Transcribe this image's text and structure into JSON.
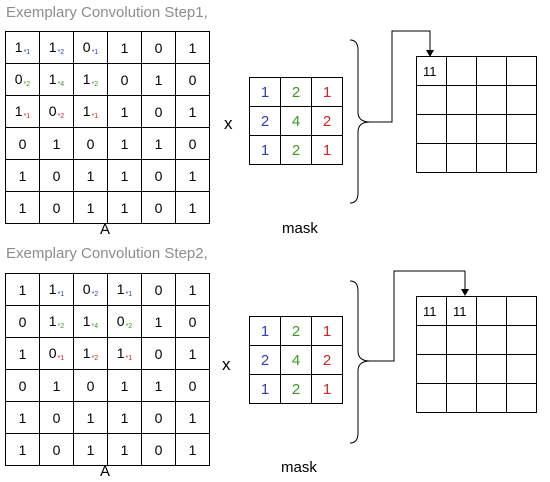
{
  "steps": [
    {
      "title": "Exemplary Convolution Step1,",
      "matrix_label": "A",
      "multiply_symbol": "x",
      "mask_label": "mask",
      "matrix_a": [
        [
          {
            "v": "1",
            "s": "*1",
            "c": "blue"
          },
          {
            "v": "1",
            "s": "*2",
            "c": "blue"
          },
          {
            "v": "0",
            "s": "*1",
            "c": "blue"
          },
          {
            "v": "1"
          },
          {
            "v": "0"
          },
          {
            "v": "1"
          }
        ],
        [
          {
            "v": "0",
            "s": "*2",
            "c": "green"
          },
          {
            "v": "1",
            "s": "*4",
            "c": "green"
          },
          {
            "v": "1",
            "s": "*2",
            "c": "green"
          },
          {
            "v": "0"
          },
          {
            "v": "1"
          },
          {
            "v": "0"
          }
        ],
        [
          {
            "v": "1",
            "s": "*1",
            "c": "red"
          },
          {
            "v": "0",
            "s": "*2",
            "c": "red"
          },
          {
            "v": "1",
            "s": "*1",
            "c": "red"
          },
          {
            "v": "1"
          },
          {
            "v": "0"
          },
          {
            "v": "1"
          }
        ],
        [
          {
            "v": "0"
          },
          {
            "v": "1"
          },
          {
            "v": "0"
          },
          {
            "v": "1"
          },
          {
            "v": "1"
          },
          {
            "v": "0"
          }
        ],
        [
          {
            "v": "1"
          },
          {
            "v": "0"
          },
          {
            "v": "1"
          },
          {
            "v": "1"
          },
          {
            "v": "0"
          },
          {
            "v": "1"
          }
        ],
        [
          {
            "v": "1"
          },
          {
            "v": "0"
          },
          {
            "v": "1"
          },
          {
            "v": "1"
          },
          {
            "v": "0"
          },
          {
            "v": "1"
          }
        ]
      ],
      "mask": [
        [
          {
            "v": "1",
            "c": "blue"
          },
          {
            "v": "2",
            "c": "green"
          },
          {
            "v": "1",
            "c": "red"
          }
        ],
        [
          {
            "v": "2",
            "c": "blue"
          },
          {
            "v": "4",
            "c": "green"
          },
          {
            "v": "2",
            "c": "red"
          }
        ],
        [
          {
            "v": "1",
            "c": "blue"
          },
          {
            "v": "2",
            "c": "green"
          },
          {
            "v": "1",
            "c": "red"
          }
        ]
      ],
      "result": [
        [
          "11",
          "",
          "",
          ""
        ],
        [
          "",
          "",
          "",
          ""
        ],
        [
          "",
          "",
          "",
          ""
        ],
        [
          "",
          "",
          "",
          ""
        ]
      ]
    },
    {
      "title": "Exemplary Convolution Step2,",
      "matrix_label": "A",
      "multiply_symbol": "x",
      "mask_label": "mask",
      "matrix_a": [
        [
          {
            "v": "1"
          },
          {
            "v": "1",
            "s": "*1",
            "c": "blue"
          },
          {
            "v": "0",
            "s": "*2",
            "c": "blue"
          },
          {
            "v": "1",
            "s": "*1",
            "c": "blue"
          },
          {
            "v": "0"
          },
          {
            "v": "1"
          }
        ],
        [
          {
            "v": "0"
          },
          {
            "v": "1",
            "s": "*2",
            "c": "green"
          },
          {
            "v": "1",
            "s": "*4",
            "c": "green"
          },
          {
            "v": "0",
            "s": "*2",
            "c": "green"
          },
          {
            "v": "1"
          },
          {
            "v": "0"
          }
        ],
        [
          {
            "v": "1"
          },
          {
            "v": "0",
            "s": "*1",
            "c": "red"
          },
          {
            "v": "1",
            "s": "*2",
            "c": "red"
          },
          {
            "v": "1",
            "s": "*1",
            "c": "red"
          },
          {
            "v": "0"
          },
          {
            "v": "1"
          }
        ],
        [
          {
            "v": "0"
          },
          {
            "v": "1"
          },
          {
            "v": "0"
          },
          {
            "v": "1"
          },
          {
            "v": "1"
          },
          {
            "v": "0"
          }
        ],
        [
          {
            "v": "1"
          },
          {
            "v": "0"
          },
          {
            "v": "1"
          },
          {
            "v": "1"
          },
          {
            "v": "0"
          },
          {
            "v": "1"
          }
        ],
        [
          {
            "v": "1"
          },
          {
            "v": "0"
          },
          {
            "v": "1"
          },
          {
            "v": "1"
          },
          {
            "v": "0"
          },
          {
            "v": "1"
          }
        ]
      ],
      "mask": [
        [
          {
            "v": "1",
            "c": "blue"
          },
          {
            "v": "2",
            "c": "green"
          },
          {
            "v": "1",
            "c": "red"
          }
        ],
        [
          {
            "v": "2",
            "c": "blue"
          },
          {
            "v": "4",
            "c": "green"
          },
          {
            "v": "2",
            "c": "red"
          }
        ],
        [
          {
            "v": "1",
            "c": "blue"
          },
          {
            "v": "2",
            "c": "green"
          },
          {
            "v": "1",
            "c": "red"
          }
        ]
      ],
      "result": [
        [
          "11",
          "11",
          "",
          ""
        ],
        [
          "",
          "",
          "",
          ""
        ],
        [
          "",
          "",
          "",
          ""
        ],
        [
          "",
          "",
          "",
          ""
        ]
      ]
    }
  ],
  "colors": {
    "blue": "#2f3fb8",
    "green": "#3a9a22",
    "red": "#d12424",
    "title": "#8c8c8c"
  }
}
